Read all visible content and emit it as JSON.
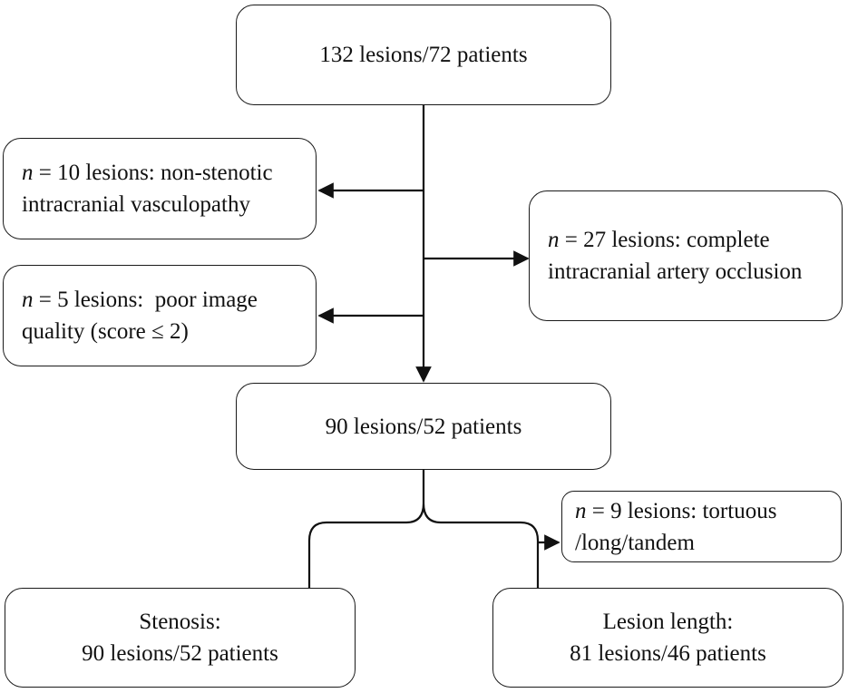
{
  "boxes": {
    "top": {
      "line1": "132 lesions/72 patients"
    },
    "excl_nonstenotic": {
      "n": "n",
      "line1_rest": " = 10 lesions: non-stenotic",
      "line2": "intracranial vasculopathy"
    },
    "excl_poor_quality": {
      "n": "n",
      "line1_rest": " = 5 lesions:  poor image",
      "line2": "quality (score ≤ 2)"
    },
    "excl_occlusion": {
      "n": "n",
      "line1_rest": " = 27 lesions: complete",
      "line2": "intracranial artery occlusion"
    },
    "middle": {
      "line1": "90 lesions/52 patients"
    },
    "excl_tortuous": {
      "n": "n",
      "line1_rest": " = 9 lesions: tortuous",
      "line2": "/long/tandem"
    },
    "stenosis": {
      "line1": "Stenosis:",
      "line2": "90 lesions/52 patients"
    },
    "lesion_length": {
      "line1": "Lesion length:",
      "line2": "81 lesions/46 patients"
    }
  }
}
